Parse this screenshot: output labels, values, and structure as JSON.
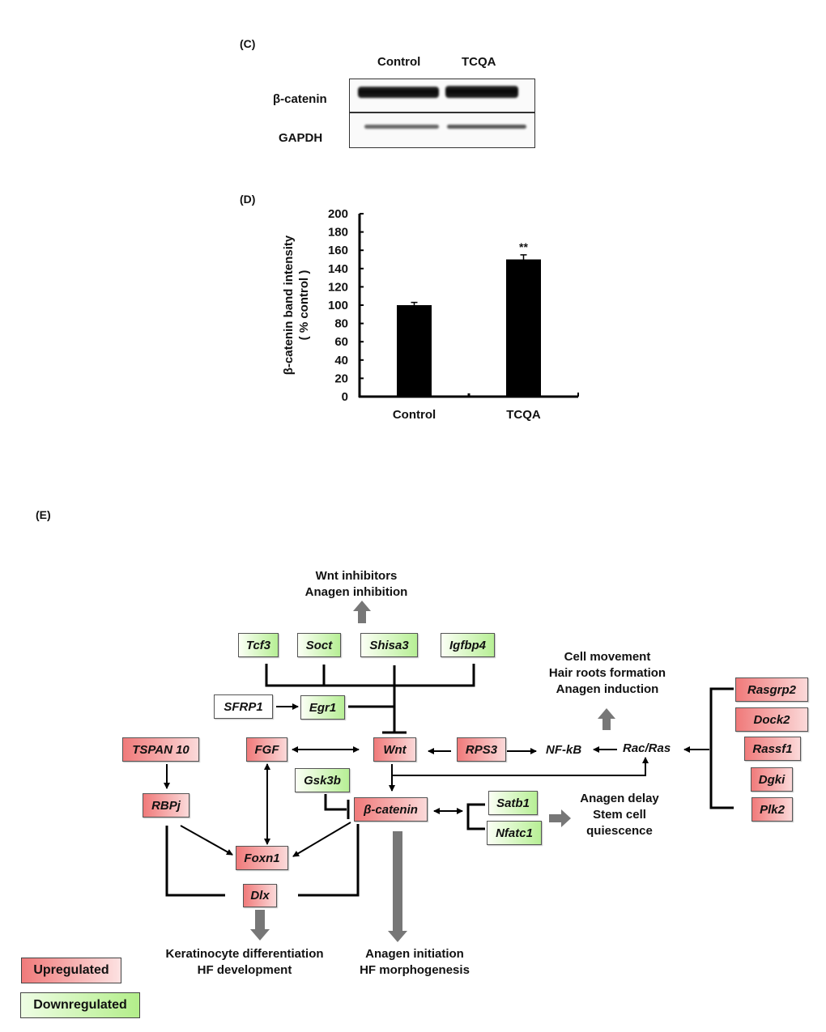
{
  "panel_c": {
    "label": "(C)",
    "lanes": [
      "Control",
      "TCQA"
    ],
    "rows": [
      "β-catenin",
      "GAPDH"
    ]
  },
  "panel_d": {
    "label": "(D)"
  },
  "chart_data": {
    "type": "bar",
    "title": "",
    "categories": [
      "Control",
      "TCQA"
    ],
    "values": [
      100,
      150
    ],
    "error": [
      3,
      5
    ],
    "annotations": [
      null,
      "**"
    ],
    "xlabel": "",
    "ylabel": "β-catenin band intensity",
    "ylabel2": "( % control )",
    "ylim": [
      0,
      200
    ],
    "yticks": [
      0,
      20,
      40,
      60,
      80,
      100,
      120,
      140,
      160,
      180,
      200
    ],
    "grid": false,
    "bar_color": "#000000"
  },
  "panel_e": {
    "label": "(E)",
    "nodes": {
      "tcf3": "Tcf3",
      "soct": "Soct",
      "shisa3": "Shisa3",
      "igfbp4": "Igfbp4",
      "sfrp1": "SFRP1",
      "egr1": "Egr1",
      "tspan10": "TSPAN 10",
      "fgf": "FGF",
      "wnt": "Wnt",
      "rps3": "RPS3",
      "nfkb": "NF-kB",
      "racras": "Rac/Ras",
      "rbpj": "RBPj",
      "gsk3b": "Gsk3b",
      "bcatenin": "β-catenin",
      "satb1": "Satb1",
      "nfatc1": "Nfatc1",
      "foxn1": "Foxn1",
      "dlx": "Dlx",
      "rasgrp2": "Rasgrp2",
      "dock2": "Dock2",
      "rassf1": "Rassf1",
      "dgki": "Dgki",
      "plk2": "Plk2"
    },
    "effects": {
      "wnt_inhibitors": [
        "Wnt inhibitors",
        "Anagen inhibition"
      ],
      "cell_movement": [
        "Cell movement",
        "Hair roots formation",
        "Anagen induction"
      ],
      "anagen_delay": [
        "Anagen delay",
        "Stem cell",
        "quiescence"
      ],
      "keratinocyte": [
        "Keratinocyte differentiation",
        "HF development"
      ],
      "anagen_initiation": [
        "Anagen initiation",
        "HF morphogenesis"
      ]
    },
    "legend": {
      "up": "Upregulated",
      "down": "Downregulated"
    },
    "colors": {
      "upregulated": "#f07a7a",
      "downregulated": "#b7ef95",
      "effect_arrow": "#777777"
    }
  }
}
